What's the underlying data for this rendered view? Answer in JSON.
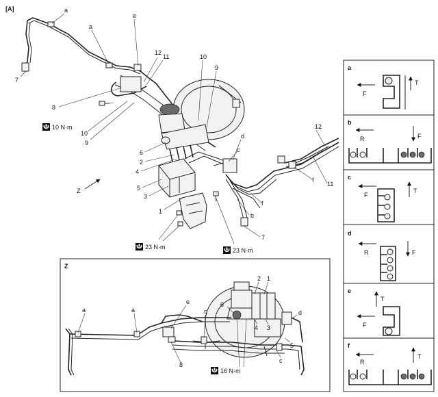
{
  "figure_label": "[A]",
  "main_callouts": {
    "a_top": "a",
    "a_mid": "a",
    "e": "e",
    "n12": "12",
    "n11": "11",
    "n10_top": "10",
    "n9_top": "9",
    "n7_left": "7",
    "n8": "8",
    "n10_left": "10",
    "n9_left": "9",
    "n6": "6",
    "n2": "2",
    "n4": "4",
    "n5": "5",
    "n3": "3",
    "n1": "1",
    "d": "d",
    "c": "c",
    "f_mid": "f",
    "b": "b",
    "n7_bottom": "7",
    "n12_right": "12",
    "n11_right": "11",
    "f_right": "f",
    "view_z": "Z"
  },
  "torques": {
    "t10": "10 N·m",
    "t23_left": "23 N·m",
    "t23_right": "23 N·m",
    "t16": "16 N·m"
  },
  "inset_z": {
    "title": "Z",
    "callouts": {
      "a1": "a",
      "a2": "a",
      "e": "e",
      "n8": "8",
      "c1": "c",
      "n6": "6",
      "n2": "2",
      "n1": "1",
      "n4": "4",
      "n3": "3",
      "d": "d",
      "n5": "5",
      "c2": "c"
    }
  },
  "detail_panels": [
    {
      "id": "a",
      "label": "a",
      "arrows": [
        "F",
        "T"
      ]
    },
    {
      "id": "b",
      "label": "b",
      "arrows": [
        "R",
        "F"
      ]
    },
    {
      "id": "c",
      "label": "c",
      "arrows": [
        "F",
        "T"
      ]
    },
    {
      "id": "d",
      "label": "d",
      "arrows": [
        "R",
        "F"
      ]
    },
    {
      "id": "e",
      "label": "e",
      "arrows": [
        "T",
        "F"
      ]
    },
    {
      "id": "f",
      "label": "f",
      "arrows": [
        "R",
        "T"
      ]
    }
  ]
}
